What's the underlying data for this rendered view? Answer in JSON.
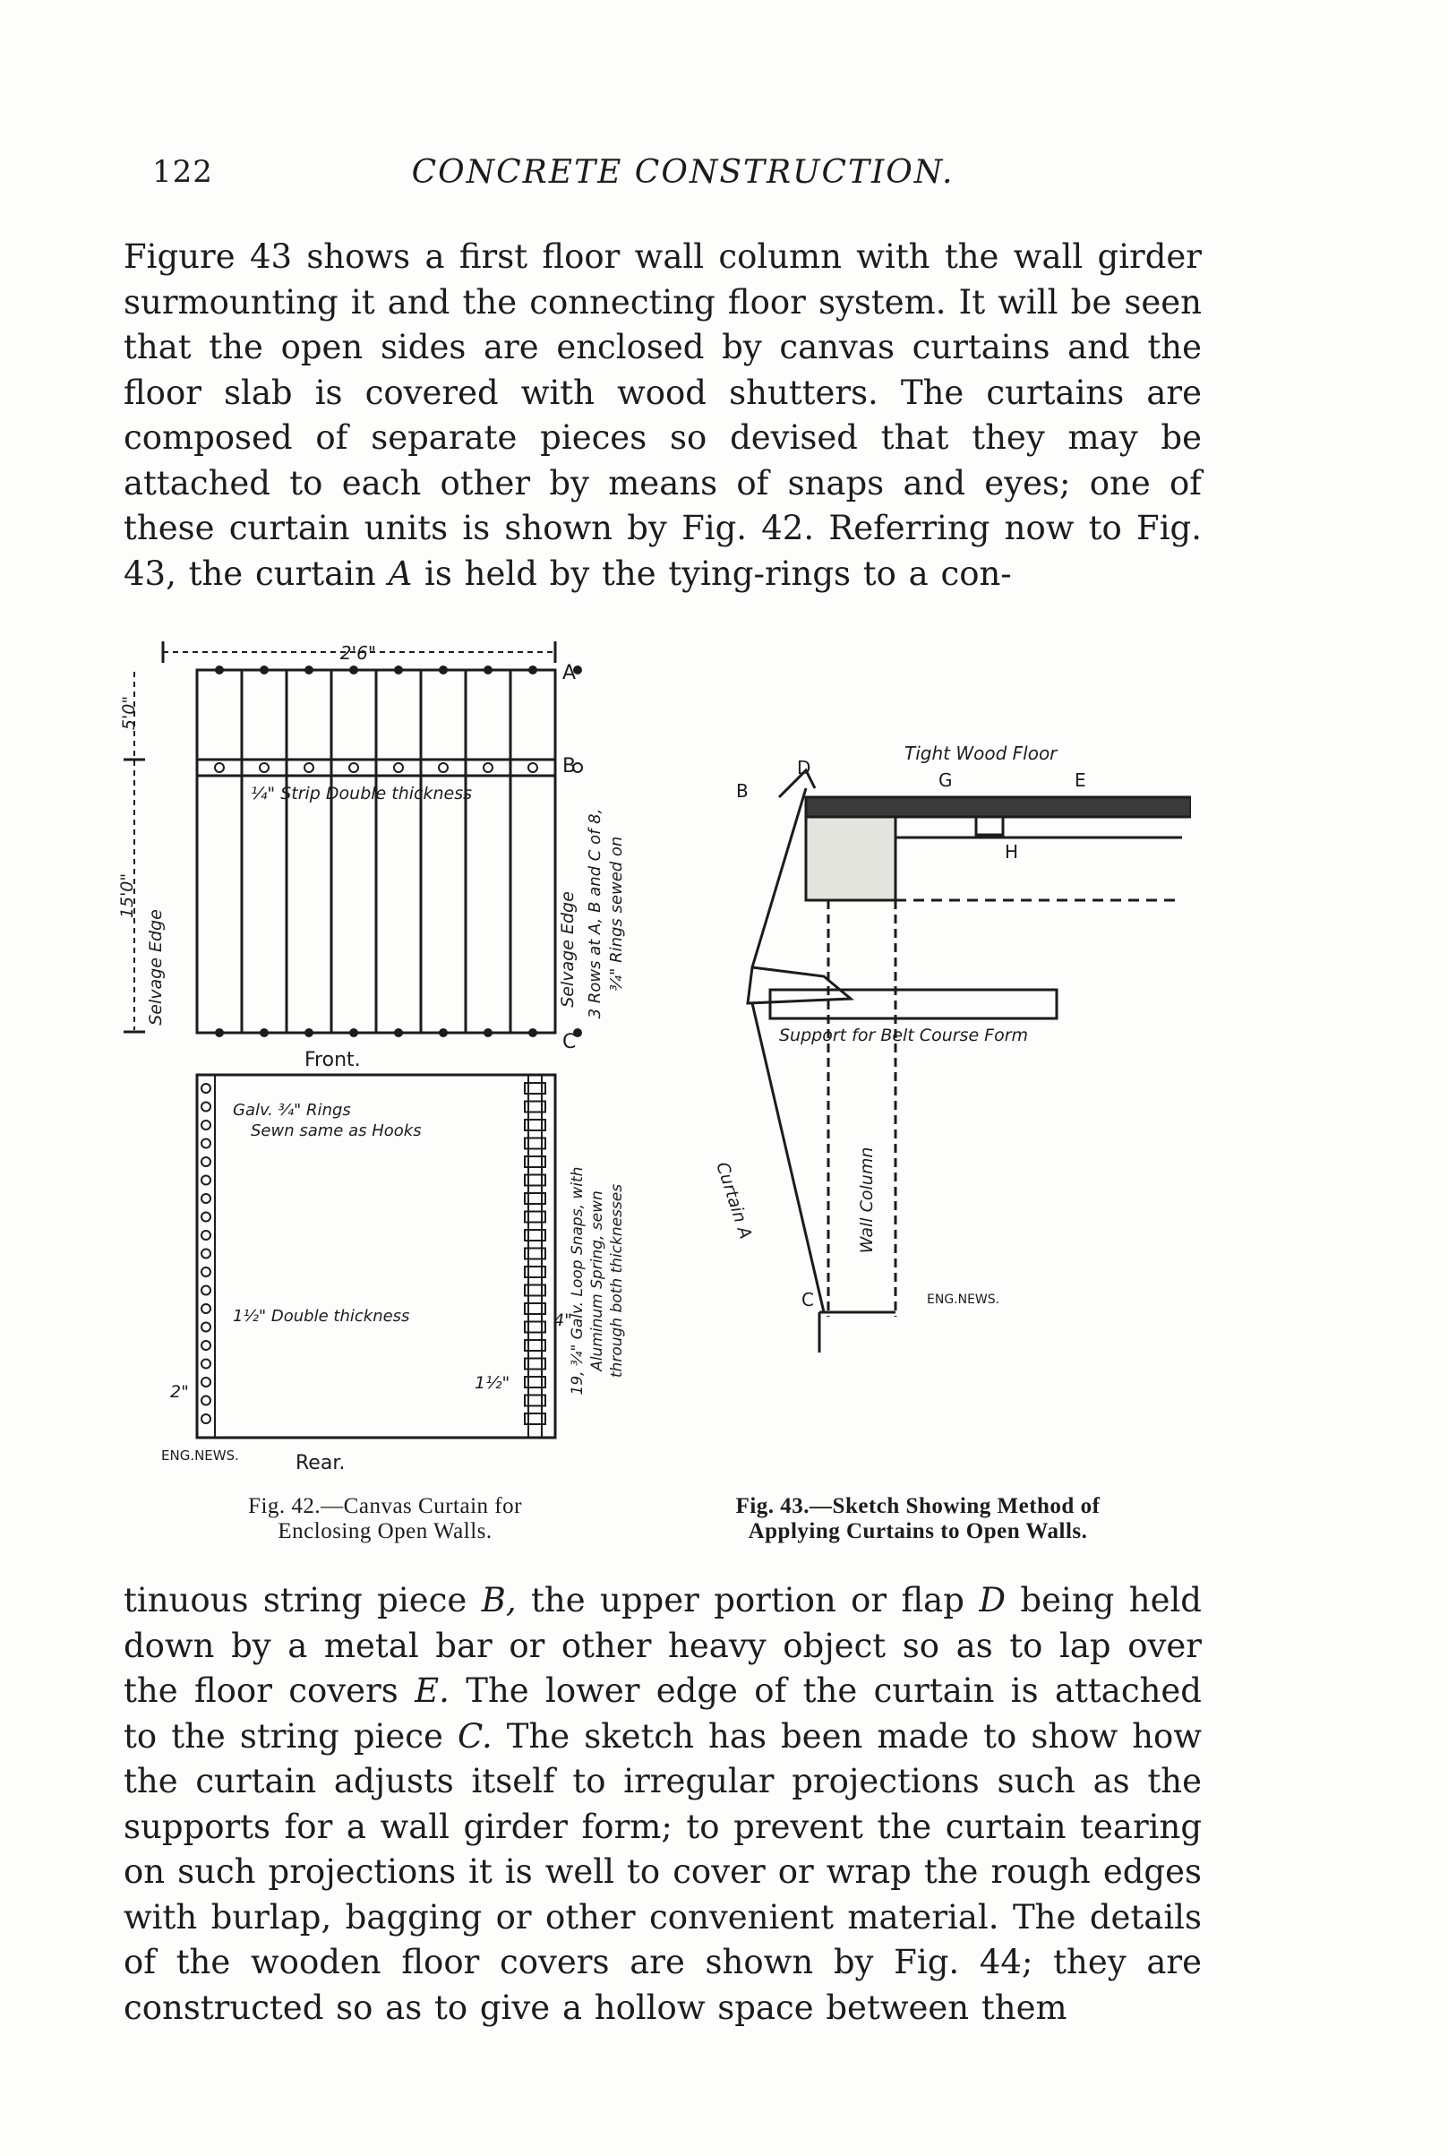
{
  "header": {
    "page_number": "122",
    "running_title": "CONCRETE CONSTRUCTION."
  },
  "text": {
    "para1": {
      "p1": "Figure 43 shows a first floor wall column with the wall girder surmounting it and the connecting floor system. It will be seen that the open sides are enclosed by canvas curtains and the floor slab is covered with wood shutters. The curtains are composed of separate pieces so devised that they may be attached to each other by means of snaps and eyes; one of these curtain units is shown by Fig. 42. Referring now to Fig. 43, the curtain ",
      "a": "A",
      "p2": " is held by the tying-rings to a con-"
    },
    "para2": {
      "p1": "tinuous string piece ",
      "b": "B,",
      "p2": " the upper portion or flap ",
      "d": "D",
      "p3": " being held down by a metal bar or other heavy object so as to lap over the floor covers ",
      "e": "E.",
      "p4": " The lower edge of the curtain is attached to the string piece ",
      "c": "C.",
      "p5": " The sketch has been made to show how the curtain adjusts itself to irregular projections such as the supports for a wall girder form; to prevent the curtain tearing on such projections it is well to cover or wrap the rough edges with burlap, bagging or other convenient material. The details of the wooden floor covers are shown by Fig. 44; they are constructed so as to give a hollow space between them"
    }
  },
  "fig42": {
    "width_dim": "2'6\"",
    "dim_top": "5'0\"",
    "dim_left": "15'0\"",
    "selvage_left": "Selvage Edge",
    "selvage_right": "Selvage Edge",
    "rows_note_1": "3 Rows at A, B and C of 8,",
    "rows_note_2": "¾\" Rings sewed on",
    "strip_note": "¼\" Strip Double thickness",
    "label_a": "A",
    "label_b": "B",
    "label_c": "C",
    "front_label": "Front.",
    "rear_label": "Rear.",
    "rings_note_1": "Galv. ¾\" Rings",
    "rings_note_2": "Sewn same as Hooks",
    "double_note": "1½\" Double thickness",
    "dim_2": "2\"",
    "dim_1half": "1½\"",
    "dim_4": "4\"",
    "snaps_note_1": "19, ¾\" Galv. Loop Snaps, with",
    "snaps_note_2": "Aluminum Spring, sewn",
    "snaps_note_3": "through both thicknesses",
    "credit": "ENG.NEWS.",
    "caption_line1": "Fig. 42.—Canvas Curtain for",
    "caption_line2": "Enclosing Open Walls."
  },
  "fig43": {
    "floor_label": "Tight Wood Floor",
    "label_b": "B",
    "label_d": "D",
    "label_g": "G",
    "label_e": "E",
    "label_h": "H",
    "label_c": "C",
    "support_label": "Support for Belt Course Form",
    "curtain_label": "Curtain A",
    "column_label": "Wall Column",
    "credit": "ENG.NEWS.",
    "caption_line1": "Fig. 43.—Sketch Showing Method of",
    "caption_line2": "Applying Curtains to Open Walls."
  }
}
